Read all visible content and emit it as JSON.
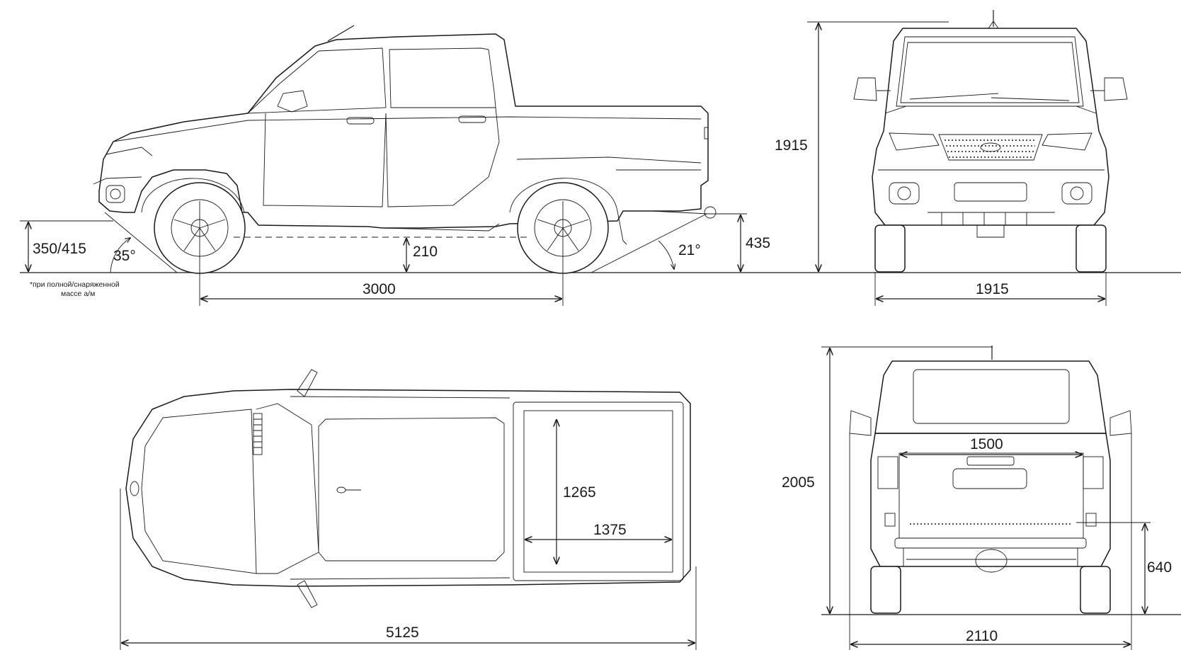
{
  "side_view": {
    "ground_clearance_label": "350/415",
    "approach_angle_label": "35°",
    "underbody_clearance_label": "210",
    "wheelbase_label": "3000",
    "departure_angle_label": "21°",
    "rear_height_label": "435",
    "footnote_line1": "*при полной/снаряженной",
    "footnote_line2": "массе а/м"
  },
  "front_view": {
    "height_label": "1915",
    "width_label": "1915"
  },
  "top_view": {
    "length_label": "5125",
    "bed_length_label": "1265",
    "bed_width_label": "1375"
  },
  "rear_view": {
    "height_label": "2005",
    "bed_inner_width_label": "1500",
    "tailgate_height_label": "640",
    "mirror_width_label": "2110"
  }
}
